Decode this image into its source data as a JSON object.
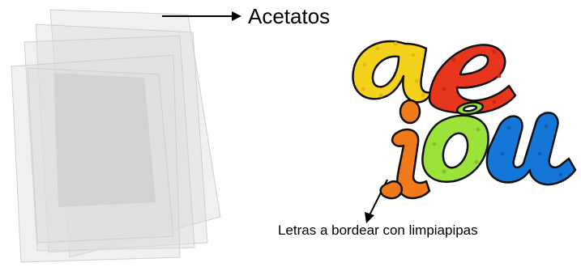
{
  "labels": {
    "acetatos": "Acetatos",
    "letras": "Letras a bordear con limpiapipas"
  },
  "vowels": [
    "a",
    "e",
    "i",
    "o",
    "u"
  ],
  "colors": {
    "a": "#f2d21a",
    "e": "#e8351e",
    "i": "#f07a1a",
    "o": "#9be23a",
    "u": "#1477d8",
    "sheet": "#e9e9e9"
  }
}
